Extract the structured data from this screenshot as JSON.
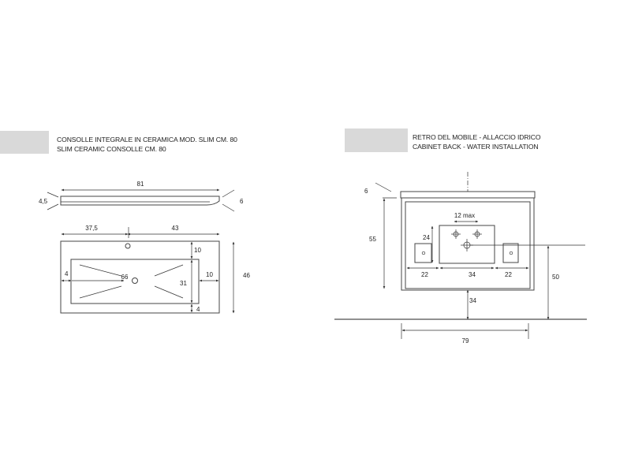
{
  "left_panel": {
    "title_line1": "CONSOLLE INTEGRALE IN CERAMICA MOD. SLIM CM. 80",
    "title_line2": "SLIM CERAMIC CONSOLLE CM. 80",
    "tab_color": "#d9d9d9",
    "dims": {
      "overall_width": "81",
      "thickness": "4,5",
      "front_edge": "6",
      "left_to_tap": "37,5",
      "tap_to_right": "43",
      "depth": "46",
      "top_margin": "10",
      "side_margin_right": "10",
      "side_margin_left": "4",
      "basin_width": "66",
      "basin_depth": "31",
      "bottom_margin": "4"
    }
  },
  "right_panel": {
    "title_line1": "RETRO DEL MOBILE - ALLACCIO IDRICO",
    "title_line2": "CABINET BACK - WATER INSTALLATION",
    "tab_color": "#d9d9d9",
    "dims": {
      "top_thickness": "6",
      "cabinet_height": "55",
      "hole_spacing": "12 max",
      "panel_height": "24",
      "left_offset": "22",
      "center_width": "34",
      "right_offset": "22",
      "drain_height": "50",
      "floor_to_bottom": "34",
      "overall_width": "79"
    }
  }
}
